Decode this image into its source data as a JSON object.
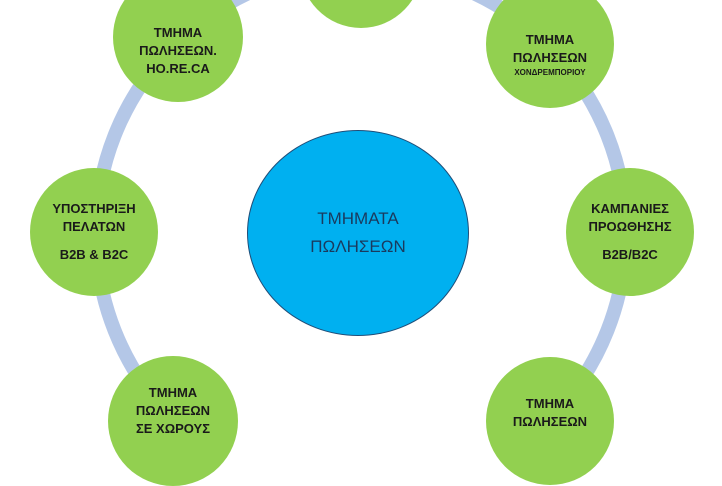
{
  "center": {
    "line1": "ΤΜΗΜΑΤΑ",
    "line2": "ΠΩΛΗΣΕΩΝ"
  },
  "nodes": {
    "horeca": {
      "line1": "ΤΜΗΜΑ",
      "line2": "ΠΩΛΗΣΕΩΝ.",
      "line3": "HO.RE.CA"
    },
    "wholesale": {
      "line1": "ΤΜΗΜΑ",
      "line2": "ΠΩΛΗΣΕΩΝ",
      "sub": "ΧΟΝΔΡΕΜΠΟΡΙΟΥ"
    },
    "support": {
      "line1": "ΥΠΟΣΤΗΡΙΞΗ",
      "line2": "ΠΕΛΑΤΩΝ",
      "line3": "B2B & B2C"
    },
    "promotion": {
      "line1": "ΚΑΜΠΑΝΙΕΣ",
      "line2": "ΠΡΟΩΘΗΣΗΣ",
      "line3": "B2B/B2C"
    },
    "spaces": {
      "line1": "ΤΜΗΜΑ",
      "line2": "ΠΩΛΗΣΕΩΝ",
      "line3": "ΣΕ ΧΩΡΟΥΣ"
    },
    "bottom_right": {
      "line1": "ΤΜΗΜΑ",
      "line2": "ΠΩΛΗΣΕΩΝ"
    }
  },
  "colors": {
    "node_fill": "#92d050",
    "center_fill": "#00b0f0",
    "ring_stroke": "#b4c7e7"
  }
}
